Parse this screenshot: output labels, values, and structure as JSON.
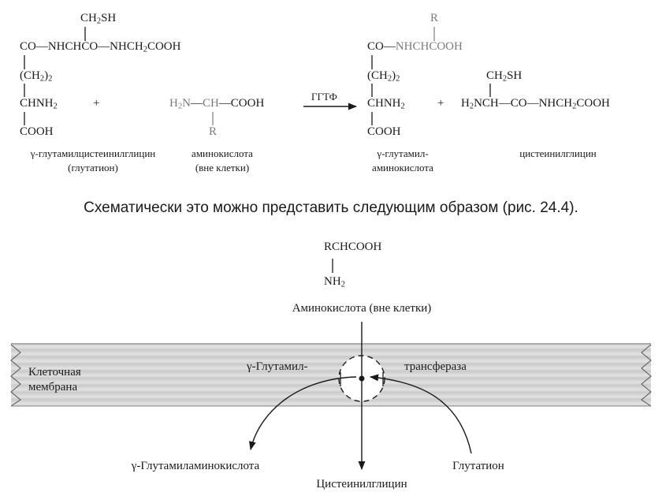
{
  "reaction": {
    "glutathione": {
      "ch2sh": "CH2SH",
      "top_row": "CO—NHCHCO—NHCH2COOH",
      "ch22": "(CH2)2",
      "chnh2": "CHNH2",
      "cooh": "COOH",
      "caption_line1": "γ-глутамилцистеинилглицин",
      "caption_line2": "(глутатион)"
    },
    "plus1": "+",
    "amino_acid": {
      "formula": "H2N—CH—COOH",
      "r": "R",
      "caption_line1": "аминокислота",
      "caption_line2": "(вне клетки)"
    },
    "enzyme_label": "ГГТФ",
    "gamma_glutamyl_amino_acid": {
      "r": "R",
      "top_row": "CO—NHCHCOOH",
      "ch22": "(CH2)2",
      "chnh2": "CHNH2",
      "cooh": "COOH",
      "caption_line1": "γ-глутамил-",
      "caption_line2": "аминокислота"
    },
    "plus2": "+",
    "cysteinylglycine": {
      "ch2sh": "CH2SH",
      "formula": "H2NCH—CO—NHCH2COOH",
      "caption": "цистеинилглицин"
    }
  },
  "sentence": "Схематически это можно представить следующим образом (рис. 24.4).",
  "scheme": {
    "amino_formula": "RCHCOOH",
    "amino_nh2": "NH2",
    "amino_caption": "Аминокислота (вне клетки)",
    "membrane_label_line1": "Клеточная",
    "membrane_label_line2": "мембрана",
    "enzyme_left": "γ-Глутамил-",
    "enzyme_right": "трансфераза",
    "product_left": "γ-Глутамиламинокислота",
    "substrate_right": "Глутатион",
    "product_bottom": "Цистеинилглицин"
  }
}
